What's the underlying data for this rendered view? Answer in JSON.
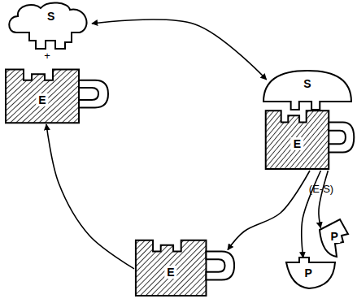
{
  "diagram": {
    "nodes": [
      {
        "text": [
          "S"
        ]
      },
      {
        "text": [
          "E"
        ]
      },
      {
        "text": [
          "S"
        ]
      },
      {
        "text": [
          "E"
        ]
      },
      {
        "text": [
          "P"
        ]
      },
      {
        "text": [
          "P"
        ]
      },
      {
        "text": [
          "E"
        ]
      }
    ],
    "edges": [
      {
        "from": 0,
        "to": 2,
        "arrow": "both"
      },
      {
        "from": 3,
        "to": 4,
        "arrow": "to"
      },
      {
        "from": 3,
        "to": 5,
        "arrow": "to"
      },
      {
        "from": 3,
        "to": 6,
        "arrow": "to"
      },
      {
        "from": 6,
        "to": 1,
        "arrow": "to"
      }
    ],
    "labels": [
      "+",
      "(E-S)"
    ]
  }
}
